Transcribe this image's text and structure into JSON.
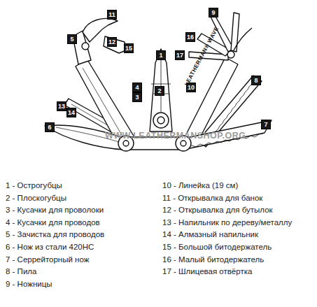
{
  "diagram": {
    "nodes": [
      {
        "text": [
          "9"
        ]
      },
      {
        "text": [
          "11"
        ]
      },
      {
        "text": [
          "16"
        ]
      },
      {
        "text": [
          "5"
        ]
      },
      {
        "text": [
          "12"
        ]
      },
      {
        "text": [
          "15"
        ]
      },
      {
        "text": [
          "1"
        ]
      },
      {
        "text": [
          "17"
        ]
      },
      {
        "text": [
          "8"
        ]
      },
      {
        "text": [
          "4"
        ]
      },
      {
        "text": [
          "2"
        ]
      },
      {
        "text": [
          "10"
        ]
      },
      {
        "text": [
          "3"
        ]
      },
      {
        "text": [
          "13"
        ]
      },
      {
        "text": [
          "14"
        ]
      },
      {
        "text": [
          "6"
        ]
      },
      {
        "text": [
          "7"
        ]
      }
    ],
    "labels": [
      "WWW.LEATHERMANSHOP.ORG",
      "LEATHERMAN® WAVE",
      "1 - Острогубцы",
      "2 - Плоскогубцы",
      "3 - Кусачки для проволоки",
      "4 - Кусачки для проводов",
      "5 - Зачистка для проводов",
      "6 - Нож из стали 420НС",
      "7 - Серрейторный нож",
      "8 - Пила",
      "9 - Ножницы",
      "10 - Линейка (19 см)",
      "11 - Открывалка для банок",
      "12 - Открывалка для бутылок",
      "13 - Напильник по дереву/металлу",
      "14 - Алмазный напильник",
      "15 - Большой битодержатель",
      "16 - Малый битодержатель",
      "17 - Шлицевая отвёртка"
    ]
  }
}
